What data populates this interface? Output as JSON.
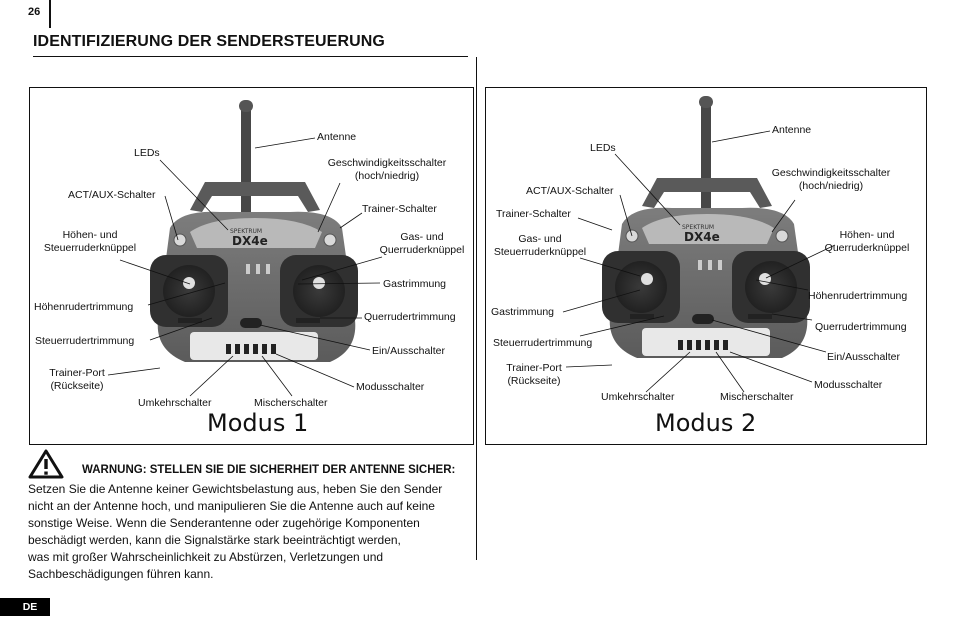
{
  "page": {
    "number": "26",
    "language_tab": "DE"
  },
  "section": {
    "title": "IDENTIFIZIERUNG DER SENDERSTEUERUNG"
  },
  "figures": {
    "mode1": {
      "caption": "Modus 1",
      "brand": "SPEKTRUM",
      "model": "DX4e",
      "labels": {
        "antenne": "Antenne",
        "leds": "LEDs",
        "geschw_1": "Geschwindigkeitsschalter",
        "geschw_2": "(hoch/niedrig)",
        "act_aux": "ACT/AUX-Schalter",
        "trainer_schalter": "Trainer-Schalter",
        "hoehen_1": "Höhen- und",
        "hoehen_2": "Steuerruderknüppel",
        "gas_1": "Gas- und",
        "gas_2": "Querruderknüppel",
        "gastrimmung": "Gastrimmung",
        "hoehentrimmung": "Höhenruder­trimmung",
        "querrudertrimmung": "Querrudertrimmung",
        "steuerrudertrimmung": "Steuerrudertrimmung",
        "ein_aus": "Ein/Ausschalter",
        "trainer_port_1": "Trainer-Port",
        "trainer_port_2": "(Rückseite)",
        "modusschalter": "Modusschalter",
        "umkehrschalter": "Umkehrschalter",
        "mischerschalter": "Mischerschalter"
      }
    },
    "mode2": {
      "caption": "Modus 2",
      "brand": "SPEKTRUM",
      "model": "DX4e",
      "labels": {
        "antenne": "Antenne",
        "leds": "LEDs",
        "geschw_1": "Geschwindigkeitsschalter",
        "geschw_2": "(hoch/niedrig)",
        "act_aux": "ACT/AUX-Schalter",
        "trainer_schalter": "Trainer-Schalter",
        "gas_1": "Gas- und",
        "gas_2": "Steuerruderknüppel",
        "hoehen_1": "Höhen- und",
        "hoehen_2": "Querruderknüppel",
        "hoehentrimmung": "Höhenrudertrimmung",
        "gastrimmung": "Gastrimmung",
        "querrudertrimmung": "Querrudertrimmung",
        "steuerrudertrimmung": "Steuerrudertrimmung",
        "ein_aus": "Ein/Ausschalter",
        "trainer_port_1": "Trainer-Port",
        "trainer_port_2": "(Rückseite)",
        "modusschalter": "Modusschalter",
        "umkehrschalter": "Umkehrschalter",
        "mischerschalter": "Mischerschalter"
      }
    }
  },
  "warning": {
    "title": "WARNUNG: STELLEN SIE DIE SICHERHEIT DER ANTENNE SICHER:",
    "lines": [
      "Setzen Sie die Antenne keiner Gewichtsbelastung aus, heben Sie den Sender",
      "nicht an der Antenne hoch, und manipulieren Sie die Antenne auch auf keine",
      "sonstige Weise. Wenn die Senderantenne oder zugehörige Komponenten",
      "beschädigt werden, kann die Signalstärke stark beeinträchtigt werden,",
      "was mit großer Wahrscheinlichkeit zu Abstürzen, Verletzungen und",
      "Sachbeschädigungen führen kann."
    ]
  }
}
